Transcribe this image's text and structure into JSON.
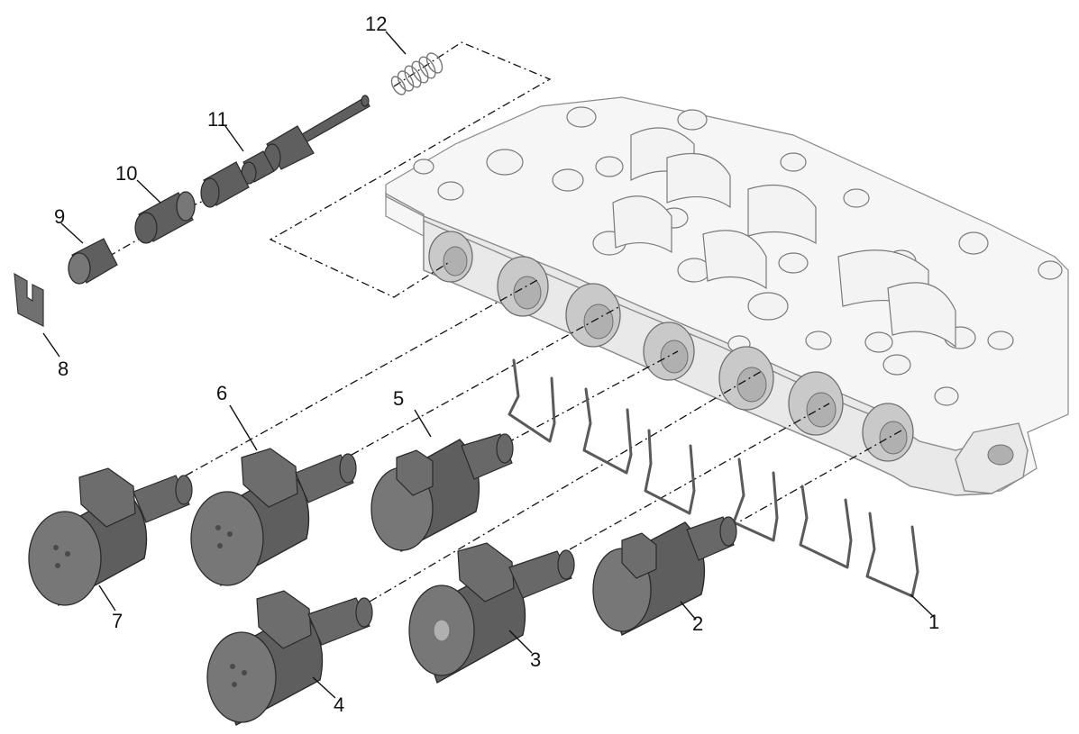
{
  "callouts": {
    "c1": "1",
    "c2": "2",
    "c3": "3",
    "c4": "4",
    "c5": "5",
    "c6": "6",
    "c7": "7",
    "c8": "8",
    "c9": "9",
    "c10": "10",
    "c11": "11",
    "c12": "12"
  },
  "colors": {
    "valve_body": "#e9e9e9",
    "solenoid": "#5e5e5e",
    "line": "#111111"
  }
}
